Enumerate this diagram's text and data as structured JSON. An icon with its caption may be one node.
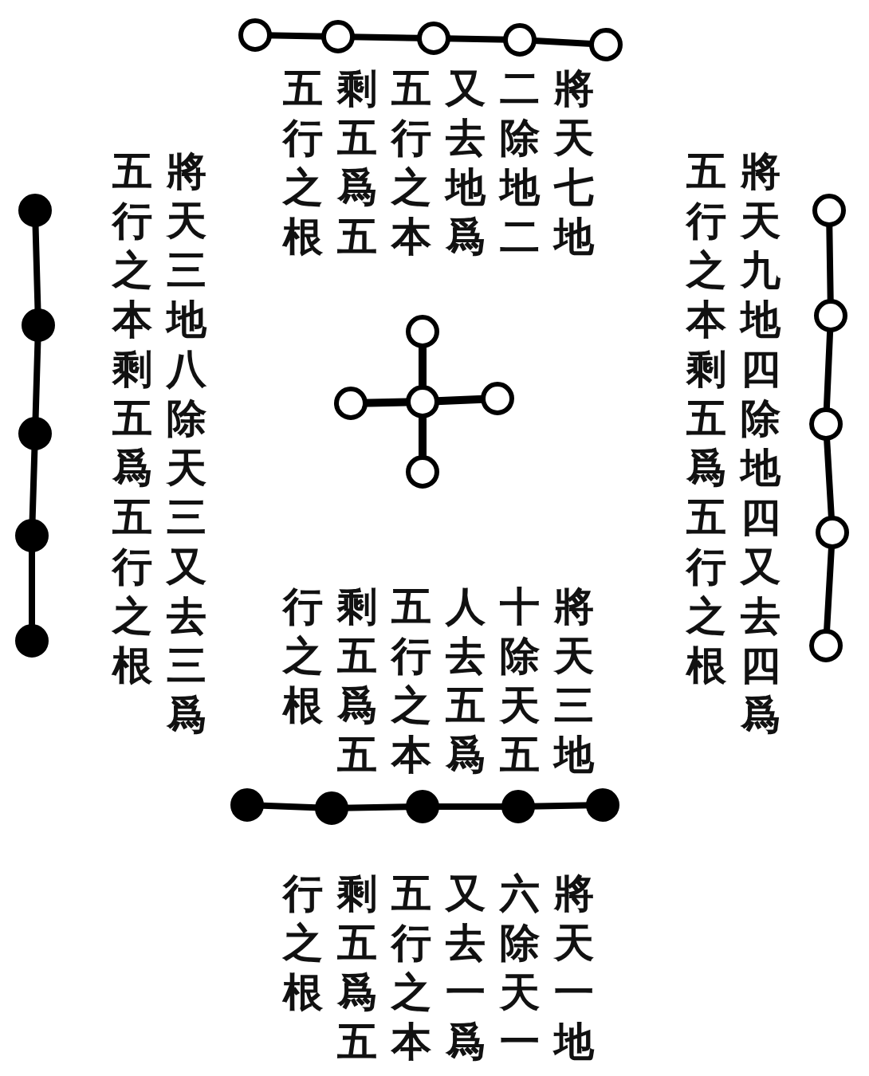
{
  "diagram": {
    "labels": [
      "將天七地二除地二又去地爲五行之本剩五爲五五行之根",
      "將天三地八除天三又去三爲五行之本剩五爲五行之根",
      "將天九地四除地四又去四爲五行之本剩五爲五行之根",
      "將天三地十除天五人去五爲五行之本剩五爲五行之根",
      "將天一地六除天一又去一爲五行之本剩五爲五行之根"
    ]
  }
}
